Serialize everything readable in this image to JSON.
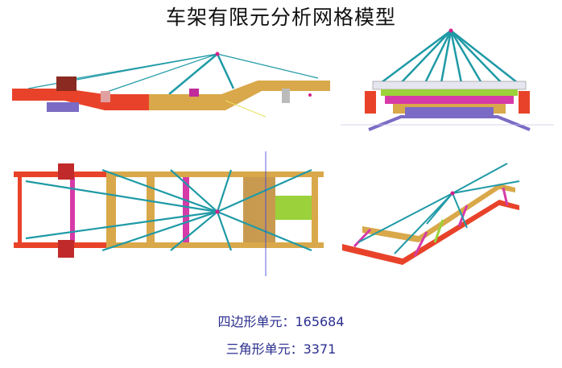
{
  "title": "车架有限元分析网格模型",
  "views": [
    {
      "name": "side-view"
    },
    {
      "name": "front-view"
    },
    {
      "name": "top-view"
    },
    {
      "name": "isometric-view"
    }
  ],
  "stats": {
    "quad_elements": "四边形单元：165684",
    "tri_elements": "三角形单元：3371"
  },
  "colors": {
    "rail_red": "#e8432a",
    "rail_tan": "#d9a84a",
    "rbe_teal": "#1f9aa6",
    "crossmember_magenta": "#d63aa8",
    "crossmember_green": "#9bd13a",
    "text_blue": "#2b2f8f"
  }
}
